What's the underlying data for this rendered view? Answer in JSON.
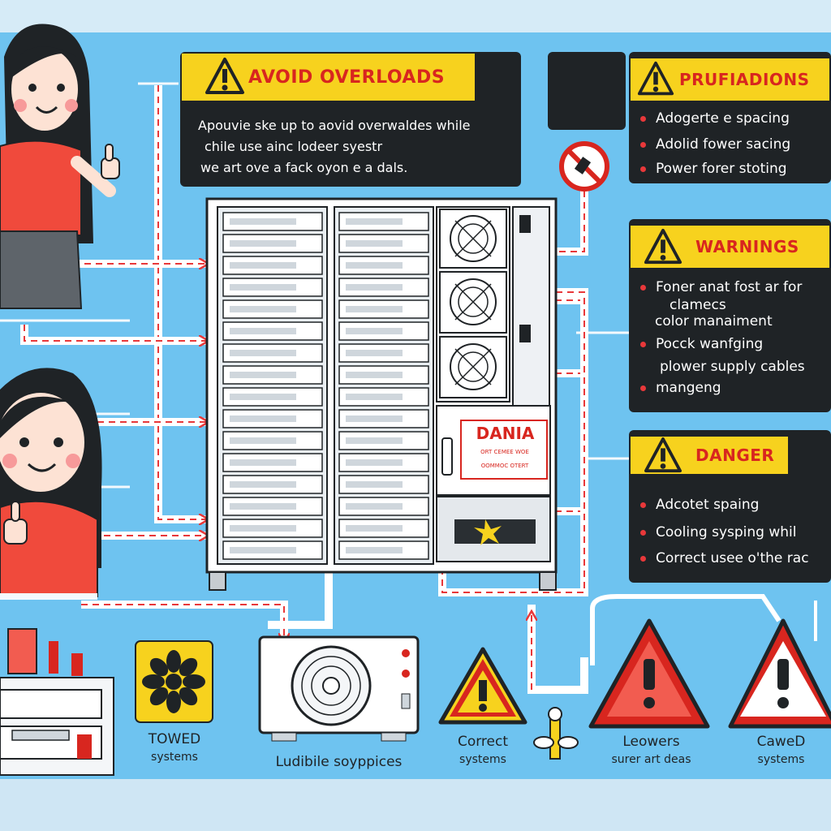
{
  "panels": {
    "overloads": {
      "title": "AVOID OVERLOADS",
      "lines": [
        "Apouvie ske up to aovid overwaldes while",
        "chile use ainc lodeer syestr",
        "we art ove a fack oyon e a dals."
      ]
    },
    "precautions": {
      "title": "PRUFIADIONS",
      "items": [
        "Adogerte e spacing",
        "Adolid fower sacing",
        "Power forer stoting"
      ]
    },
    "warnings": {
      "title": "WARNINGS",
      "items": [
        {
          "text": "Foner anat fost ar for",
          "bullet": true
        },
        {
          "text": "clamecs",
          "bullet": false
        },
        {
          "text": "color manaiment",
          "bullet": false
        },
        {
          "text": "Pocck wanfging",
          "bullet": true
        },
        {
          "text": "plower supply cables",
          "bullet": false
        },
        {
          "text": "mangeng",
          "bullet": true
        }
      ]
    },
    "danger": {
      "title": "DANGER",
      "items": [
        "Adcotet spaing",
        "Cooling sysping whil",
        "Correct usee o'the rac"
      ]
    }
  },
  "rack": {
    "label_title": "DANIA",
    "label_lines": [
      "ORT CEMEE WOE",
      "OOMMOC OTERT"
    ]
  },
  "captions": {
    "towed": {
      "line1": "TOWED",
      "line2": "systems"
    },
    "ludible": {
      "line1": "Ludibile soyppices"
    },
    "correct": {
      "line1": "Correct",
      "line2": "systems"
    },
    "leowers": {
      "line1": "Leowers",
      "line2": "surer art deas"
    },
    "cawed": {
      "line1": "CaweD",
      "line2": "systems"
    }
  },
  "colors": {
    "background": "#d6ebf7",
    "sky": "#6ec3f0",
    "panel": "#1f2326",
    "tag_yellow": "#f7d21e",
    "warning_red": "#d8261f",
    "arrow_red": "#e8383a",
    "shirt": "#f04a3c"
  },
  "icons": [
    "warning-triangle-icon",
    "no-spray-icon",
    "flower-icon",
    "fan-icon",
    "spark-icon",
    "thumbs-up-icon"
  ]
}
